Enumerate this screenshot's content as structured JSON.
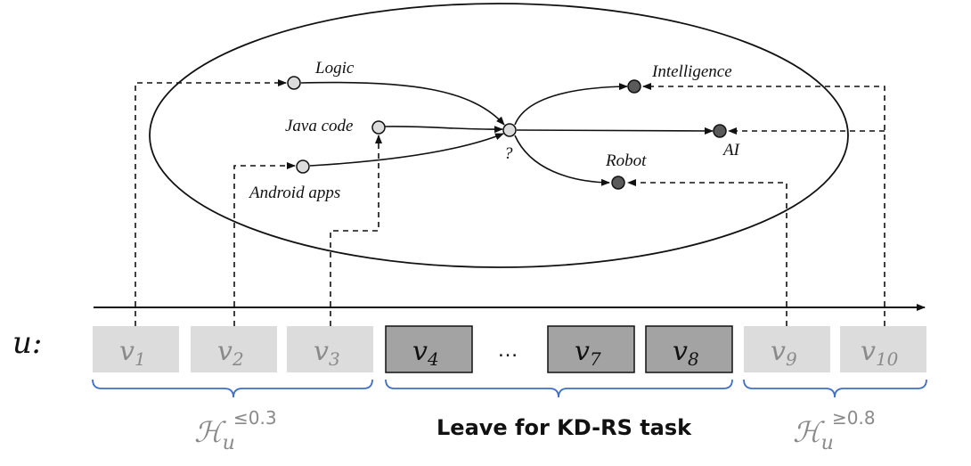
{
  "concepts": {
    "logic": "Logic",
    "java_code": "Java code",
    "android_apps": "Android apps",
    "intelligence": "Intelligence",
    "ai": "AI",
    "robot": "Robot",
    "unknown": "?"
  },
  "user_label": "u:",
  "items": {
    "v1": {
      "base": "v",
      "sub": "1"
    },
    "v2": {
      "base": "v",
      "sub": "2"
    },
    "v3": {
      "base": "v",
      "sub": "3"
    },
    "v4": {
      "base": "v",
      "sub": "4"
    },
    "ellipsis": "…",
    "v7": {
      "base": "v",
      "sub": "7"
    },
    "v8": {
      "base": "v",
      "sub": "8"
    },
    "v9": {
      "base": "v",
      "sub": "9"
    },
    "v10": {
      "base": "v",
      "sub": "10"
    }
  },
  "groups": {
    "left": {
      "base": "ℋ",
      "sub": "u",
      "sup": "≤0.3"
    },
    "middle": "Leave for KD-RS task",
    "right": {
      "base": "ℋ",
      "sub": "u",
      "sup": "≥0.8"
    }
  },
  "colors": {
    "light_box": "#dcdcdc",
    "dark_box": "#a3a3a3",
    "light_text": "#8a8a8a",
    "dark_text": "#111111",
    "brace": "#3f6fc4",
    "light_node": "#dcdcdc",
    "dark_node": "#5a5a5a"
  }
}
